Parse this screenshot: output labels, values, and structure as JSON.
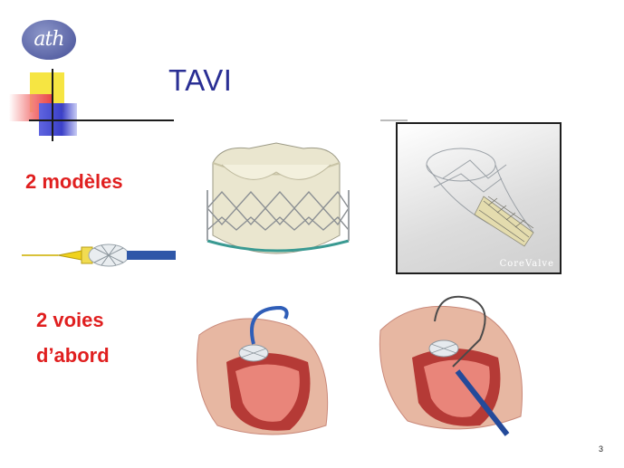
{
  "logo": {
    "text": "ath"
  },
  "title": "TAVI",
  "labels": {
    "models": "2 modèles",
    "voies_line1": "2 voies",
    "voies_line2": "d’abord"
  },
  "corevalve": {
    "brand": "CoreValve"
  },
  "page_number": "3",
  "colors": {
    "title": "#2a2f94",
    "labels": "#e01f1f",
    "logo": "#5a64a6"
  },
  "images": [
    {
      "name": "balloon-catheter",
      "description_icon": "catheter-icon"
    },
    {
      "name": "edwards-valve",
      "description_icon": "valve-icon"
    },
    {
      "name": "corevalve-stent",
      "description_icon": "stent-icon"
    },
    {
      "name": "transapical-heart",
      "description_icon": "heart-icon"
    },
    {
      "name": "transfemoral-heart",
      "description_icon": "heart-icon"
    }
  ]
}
